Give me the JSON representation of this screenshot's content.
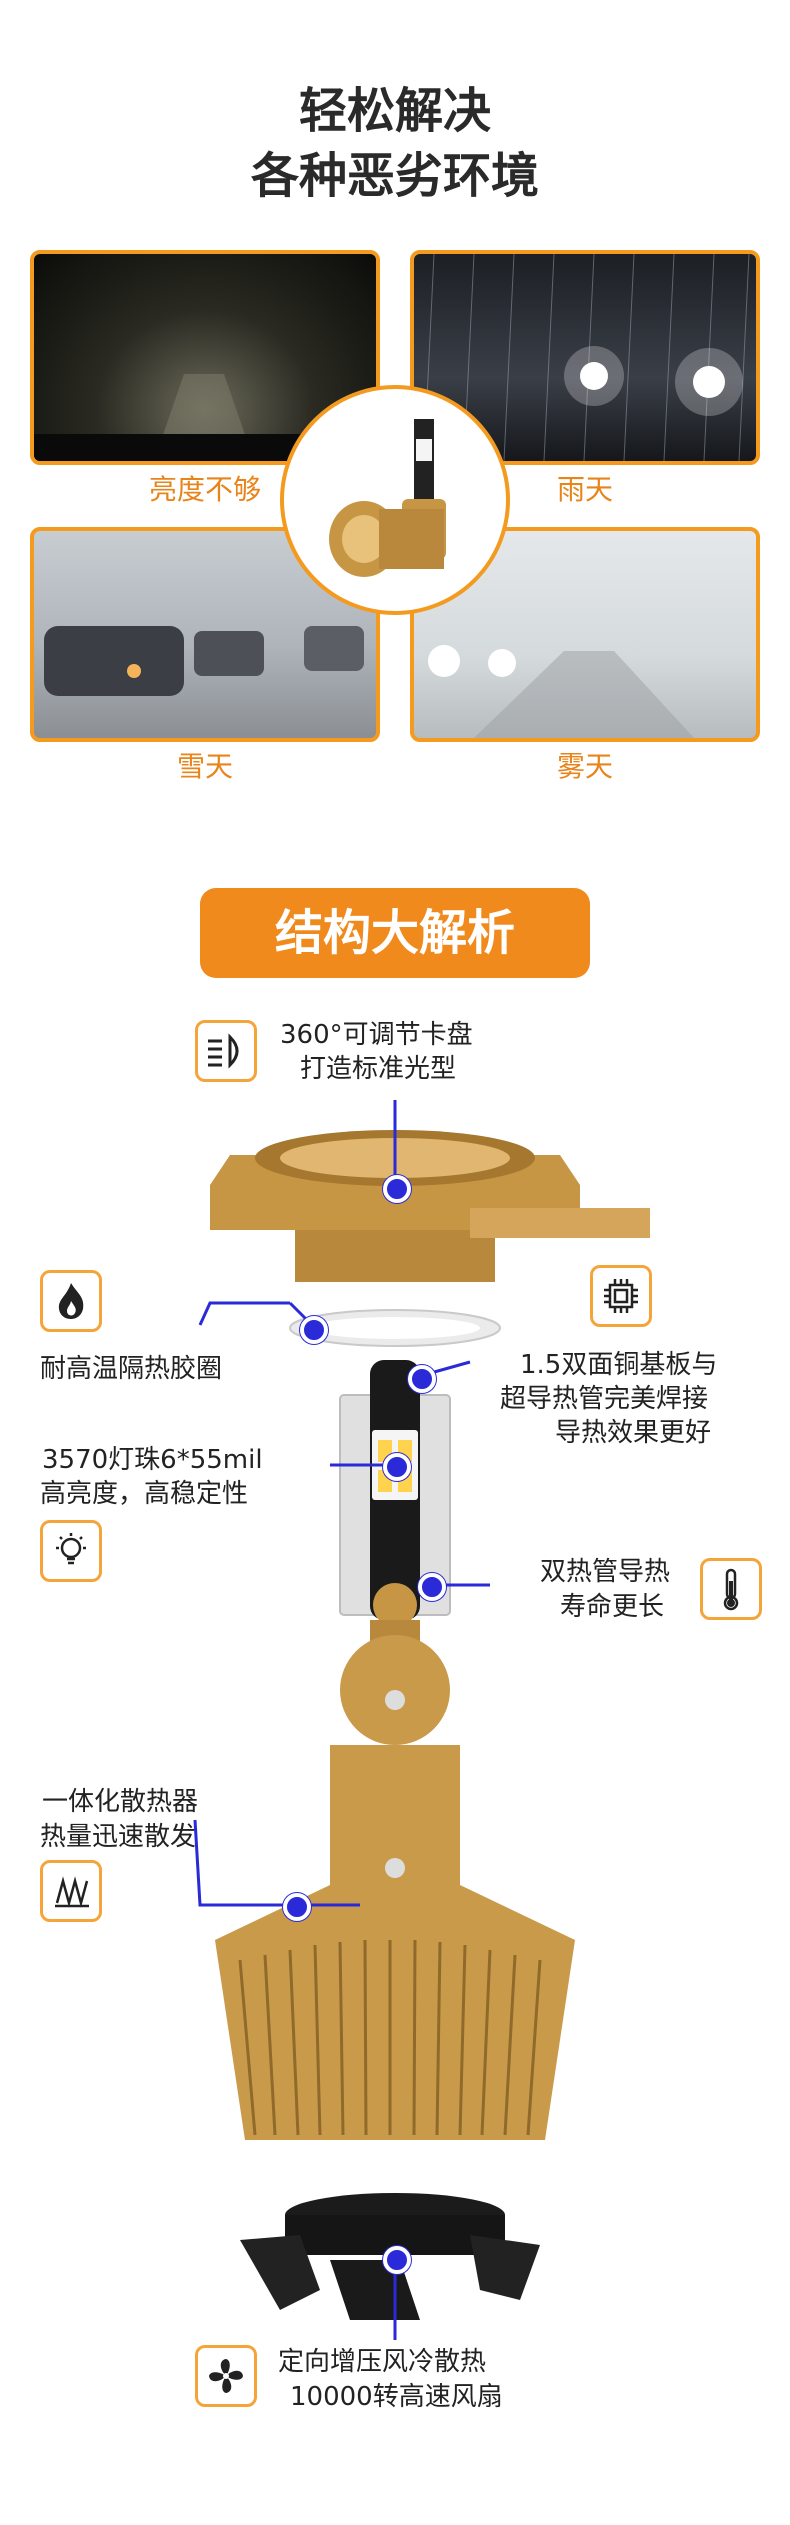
{
  "hero": {
    "title_line1": "轻松解决",
    "title_line2": "各种恶劣环境"
  },
  "scenes": [
    {
      "caption": "亮度不够"
    },
    {
      "caption": "雨天"
    },
    {
      "caption": "雪天"
    },
    {
      "caption": "雾天"
    }
  ],
  "section": {
    "title": "结构大解析"
  },
  "callouts": {
    "adjust": {
      "line1": "360°可调节卡盘",
      "line2": "打造标准光型",
      "icon": "headlight-icon"
    },
    "gasket": {
      "line1": "耐高温隔热胶圈",
      "icon": "flame-icon"
    },
    "board": {
      "line1": "1.5双面铜基板与",
      "line2": "超导热管完美焊接",
      "line3": "导热效果更好",
      "icon": "chip-icon"
    },
    "led": {
      "line1": "3570灯珠6*55mil",
      "line2": "高亮度，高稳定性",
      "icon": "bulb-icon"
    },
    "heatpipe": {
      "line1": "双热管导热",
      "line2": "寿命更长",
      "icon": "thermometer-icon"
    },
    "radiator": {
      "line1": "一体化散热器",
      "line2": "热量迅速散发",
      "icon": "heat-wave-icon"
    },
    "fan": {
      "line1": "定向增压风冷散热",
      "line2": "10000转高速风扇",
      "icon": "fan-icon"
    }
  },
  "colors": {
    "accent": "#f08a1d",
    "gold": "#c99a4a",
    "pointer": "#2a2ad8"
  }
}
